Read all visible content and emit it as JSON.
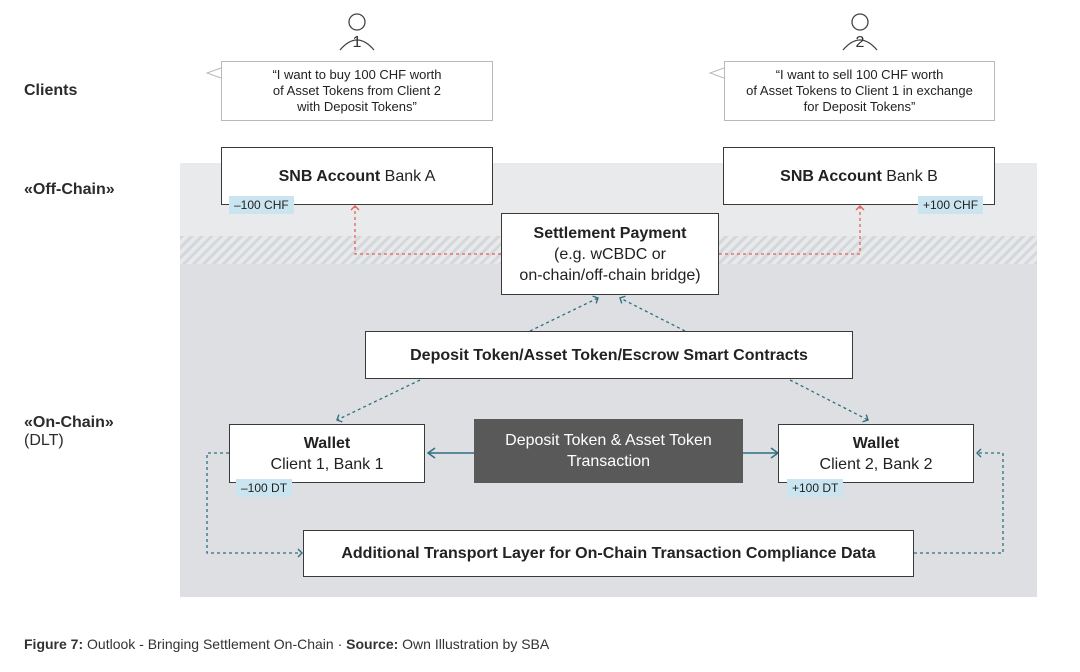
{
  "rows": {
    "clients": "Clients",
    "offchain": "«Off-Chain»",
    "onchain": "«On-Chain»",
    "onchain_sub": "(DLT)"
  },
  "clients": [
    {
      "number": "1",
      "quote_lines": [
        "“I want to buy 100 CHF worth",
        "of Asset Tokens from Client 2",
        "with Deposit Tokens”"
      ]
    },
    {
      "number": "2",
      "quote_lines": [
        "“I want to sell 100 CHF worth",
        "of Asset Tokens to Client 1 in exchange",
        "for Deposit Tokens”"
      ]
    }
  ],
  "snb_a": {
    "bold": "SNB Account",
    "rest": " Bank A",
    "tag": "–100 CHF"
  },
  "snb_b": {
    "bold": "SNB Account",
    "rest": " Bank B",
    "tag": "+100 CHF"
  },
  "settlement": {
    "title": "Settlement Payment",
    "line2": "(e.g. wCBDC or",
    "line3": "on-chain/off-chain bridge)"
  },
  "contracts": "Deposit Token/Asset Token/Escrow Smart Contracts",
  "wallet_1": {
    "title": "Wallet",
    "sub": "Client 1, Bank 1",
    "tag": "–100 DT"
  },
  "wallet_2": {
    "title": "Wallet",
    "sub": "Client 2, Bank 2",
    "tag": "+100 DT"
  },
  "transaction": {
    "line1": "Deposit Token & Asset Token",
    "line2": "Transaction"
  },
  "transport": "Additional Transport Layer for On-Chain Transaction Compliance Data",
  "caption": {
    "fig_label": "Figure 7:",
    "fig_text": " Outlook - Bringing Settlement On-Chain · ",
    "source_label": "Source:",
    "source_text": " Own Illustration by SBA"
  },
  "colors": {
    "red_arrow": "#e0625a",
    "teal_arrow": "#2f6f82",
    "tag_bg": "#cbe5f0",
    "transaction_bg": "#595959"
  }
}
